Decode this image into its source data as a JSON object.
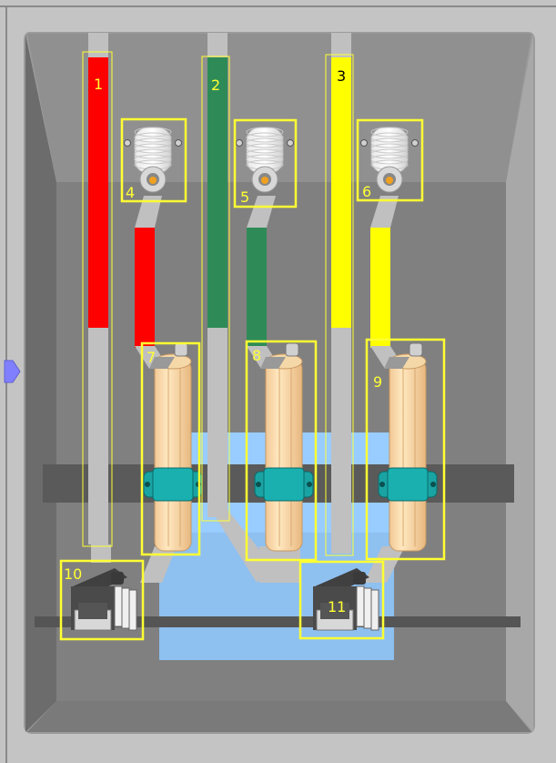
{
  "colors": {
    "phase_a": "#ff0000",
    "phase_b": "#2e8b57",
    "phase_c": "#ffff00",
    "highlight": "#ffff33",
    "cabinet": "#808080",
    "busbar": "#c0c0c0",
    "insulator": "#ffdead",
    "clamp": "#1aa3a3",
    "water": "#99ccff",
    "pointer": "#8080ff"
  },
  "components": [
    {
      "id": "1",
      "kind": "busbar",
      "phase": "A"
    },
    {
      "id": "2",
      "kind": "busbar",
      "phase": "B"
    },
    {
      "id": "3",
      "kind": "busbar",
      "phase": "C"
    },
    {
      "id": "4",
      "kind": "bushing",
      "phase": "A"
    },
    {
      "id": "5",
      "kind": "bushing",
      "phase": "B"
    },
    {
      "id": "6",
      "kind": "bushing",
      "phase": "C"
    },
    {
      "id": "7",
      "kind": "post-insulator",
      "phase": "A"
    },
    {
      "id": "8",
      "kind": "post-insulator",
      "phase": "B"
    },
    {
      "id": "9",
      "kind": "post-insulator",
      "phase": "C"
    },
    {
      "id": "10",
      "kind": "grounding-switch"
    },
    {
      "id": "11",
      "kind": "grounding-switch"
    }
  ],
  "icons": {
    "side_pointer": "arrow-right-icon"
  }
}
